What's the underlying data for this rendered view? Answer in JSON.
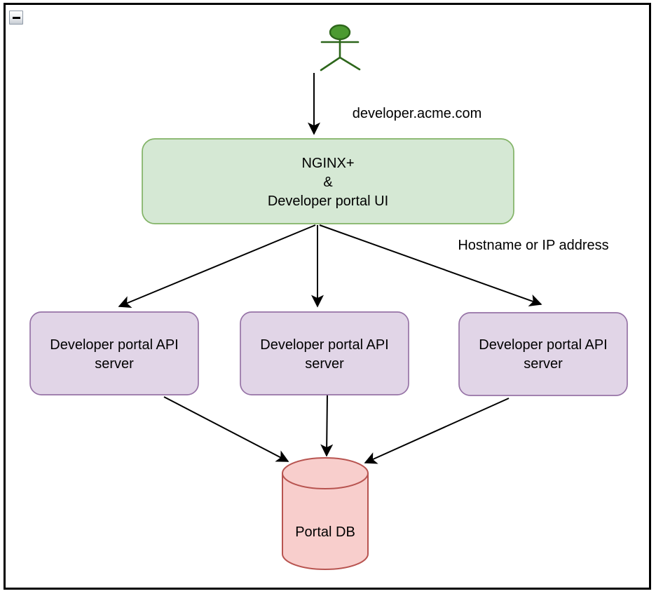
{
  "window": {
    "collapse_button": {
      "icon": "minus-icon"
    }
  },
  "diagram": {
    "actor": {
      "name": "user"
    },
    "edge_labels": {
      "domain": "developer.acme.com",
      "routing": "Hostname or IP address"
    },
    "nodes": {
      "gateway": {
        "lines": [
          "NGINX+",
          "&",
          "Developer portal UI"
        ]
      },
      "api_servers": [
        {
          "lines": [
            "Developer portal API",
            "server"
          ]
        },
        {
          "lines": [
            "Developer portal API",
            "server"
          ]
        },
        {
          "lines": [
            "Developer portal API",
            "server"
          ]
        }
      ],
      "database": {
        "label": "Portal DB"
      }
    },
    "colors": {
      "gateway_fill": "#d5e8d4",
      "gateway_border": "#82b366",
      "api_server_fill": "#e1d5e7",
      "api_server_border": "#9673a6",
      "database_fill": "#f8cecc",
      "database_border": "#b85450",
      "actor_fill": "#4c9a31",
      "actor_stroke": "#2d661b",
      "edge_color": "#000000"
    }
  }
}
